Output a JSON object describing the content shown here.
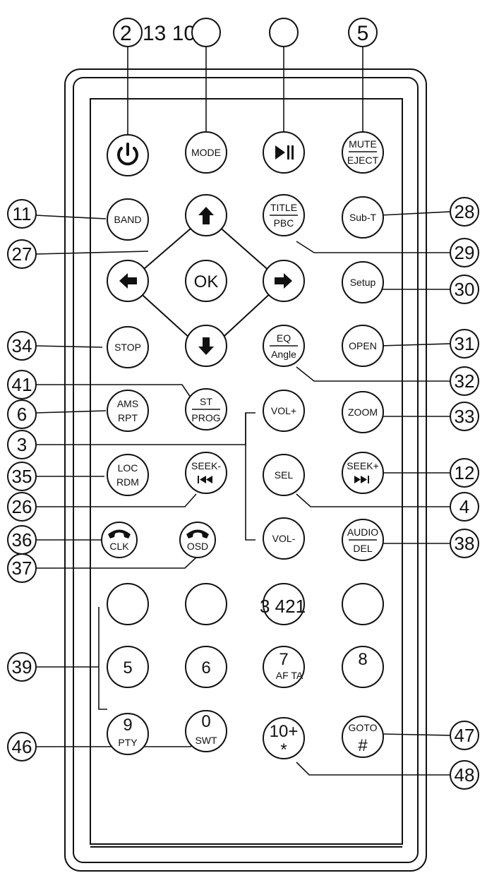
{
  "diagram": {
    "top_numbers": {
      "left": "2",
      "group": "13 10",
      "right": "5"
    },
    "callouts": {
      "c11": "11",
      "c27": "27",
      "c34": "34",
      "c41": "41",
      "c6": "6",
      "c3": "3",
      "c35": "35",
      "c26": "26",
      "c36": "36",
      "c37": "37",
      "c39": "39",
      "c46": "46",
      "c28": "28",
      "c29": "29",
      "c30": "30",
      "c31": "31",
      "c32": "32",
      "c33": "33",
      "c12": "12",
      "c4": "4",
      "c38": "38",
      "c47": "47",
      "c48": "48"
    },
    "buttons": {
      "mode": "MODE",
      "mute": "MUTE",
      "eject": "EJECT",
      "band": "BAND",
      "title": "TITLE",
      "pbc": "PBC",
      "subt": "Sub-T",
      "ok": "OK",
      "setup": "Setup",
      "stop": "STOP",
      "eq": "EQ",
      "angle": "Angle",
      "open": "OPEN",
      "ams": "AMS",
      "rpt": "RPT",
      "st": "ST",
      "prog": "PROG",
      "volp": "VOL+",
      "zoom": "ZOOM",
      "loc": "LOC",
      "rdm": "RDM",
      "seekm": "SEEK-",
      "sel": "SEL",
      "seekp": "SEEK+",
      "clk": "CLK",
      "osd": "OSD",
      "volm": "VOL-",
      "audio": "AUDIO",
      "del": "DEL",
      "row1_label": "3 421",
      "n5": "5",
      "n6": "6",
      "n7": "7",
      "afta": "AF TA",
      "n8": "8",
      "n9": "9",
      "pty": "PTY",
      "n0": "0",
      "swt": "SWT",
      "ten": "10+",
      "star": "*",
      "goto": "GOTO",
      "hash": "#"
    }
  }
}
